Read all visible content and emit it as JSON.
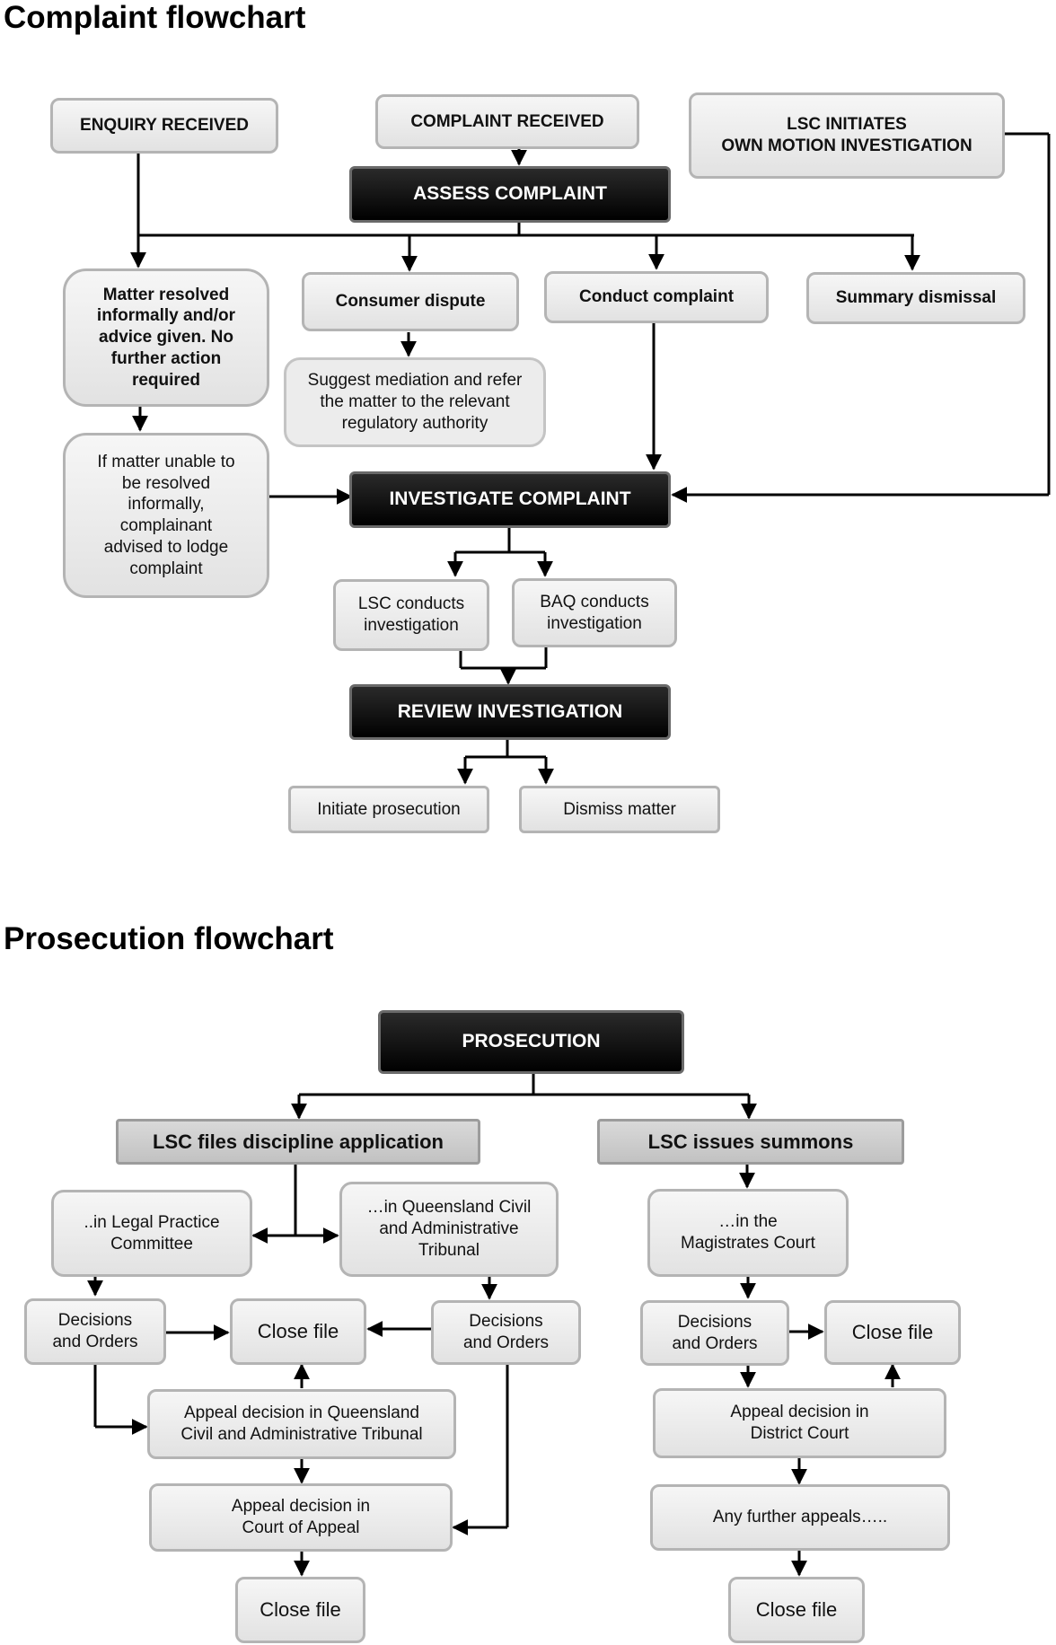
{
  "complaint_heading": "Complaint flowchart",
  "prosecution_heading": "Prosecution flowchart",
  "complaint": {
    "enquiry_received": "ENQUIRY RECEIVED",
    "complaint_received": "COMPLAINT RECEIVED",
    "own_motion": "LSC INITIATES\nOWN MOTION INVESTIGATION",
    "assess_complaint": "ASSESS COMPLAINT",
    "matter_resolved": "Matter resolved\ninformally and/or\nadvice given. No\nfurther action\nrequired",
    "consumer_dispute": "Consumer dispute",
    "conduct_complaint": "Conduct complaint",
    "summary_dismissal": "Summary dismissal",
    "suggest_mediation": "Suggest mediation and refer\nthe matter to the relevant\nregulatory authority",
    "unable_to_resolve": "If matter unable to\nbe resolved\ninformally,\ncomplainant\nadvised to lodge\ncomplaint",
    "investigate_complaint": "INVESTIGATE COMPLAINT",
    "lsc_conducts": "LSC conducts\ninvestigation",
    "baq_conducts": "BAQ conducts\ninvestigation",
    "review_investigation": "REVIEW INVESTIGATION",
    "initiate_prosecution": "Initiate prosecution",
    "dismiss_matter": "Dismiss matter"
  },
  "prosecution": {
    "prosecution": "PROSECUTION",
    "discipline_application": "LSC files discipline application",
    "issues_summons": "LSC issues summons",
    "legal_practice_committee": "..in Legal Practice\nCommittee",
    "qcat": "…in Queensland Civil\nand Administrative\nTribunal",
    "magistrates_court": "…in the\nMagistrates Court",
    "lpc_decisions": "Decisions\nand Orders",
    "close_file_left": "Close file",
    "qcat_decisions": "Decisions\nand Orders",
    "mc_decisions": "Decisions\nand Orders",
    "close_file_right": "Close file",
    "appeal_qcat": "Appeal decision in Queensland\nCivil and Administrative Tribunal",
    "appeal_district": "Appeal decision in\nDistrict Court",
    "appeal_court_of_appeal": "Appeal decision in\nCourt of Appeal",
    "further_appeals": "Any further appeals…..",
    "close_file_bottom_left": "Close file",
    "close_file_bottom_right": "Close file"
  }
}
